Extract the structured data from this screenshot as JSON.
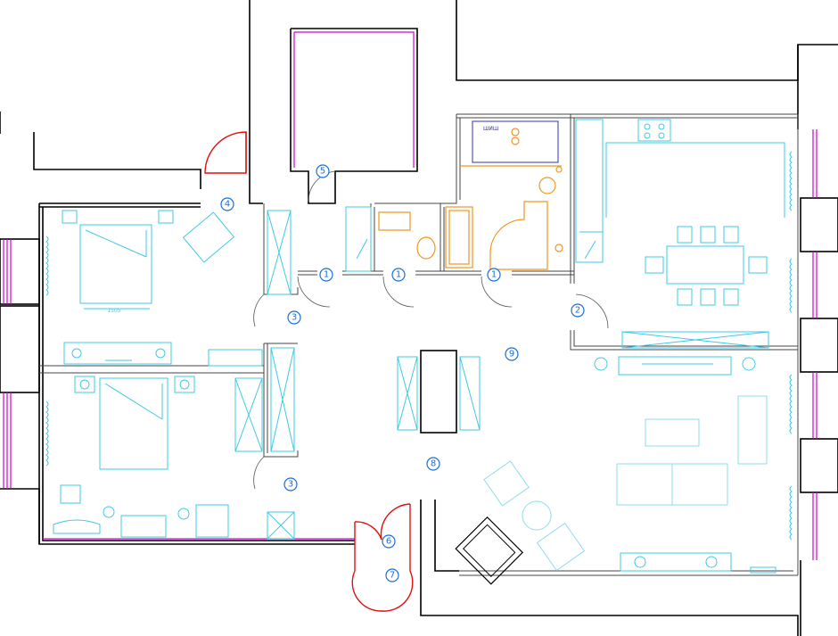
{
  "plan": {
    "bath_label": "ШИШ",
    "bed_dimension": "1505",
    "markers": [
      {
        "id": "m1a",
        "label": "1"
      },
      {
        "id": "m1b",
        "label": "1"
      },
      {
        "id": "m1c",
        "label": "1"
      },
      {
        "id": "m2",
        "label": "2"
      },
      {
        "id": "m3a",
        "label": "3"
      },
      {
        "id": "m3b",
        "label": "3"
      },
      {
        "id": "m4",
        "label": "4"
      },
      {
        "id": "m5",
        "label": "5"
      },
      {
        "id": "m6",
        "label": "6"
      },
      {
        "id": "m7",
        "label": "7"
      },
      {
        "id": "m8",
        "label": "8"
      },
      {
        "id": "m9",
        "label": "9"
      }
    ]
  },
  "colors": {
    "walls": "#000000",
    "windows": "#d000d0",
    "furniture": "#3ec9e6",
    "plumbing": "#f0961e",
    "entry_doors": "#e01010",
    "markers": "#1a6fd6"
  }
}
